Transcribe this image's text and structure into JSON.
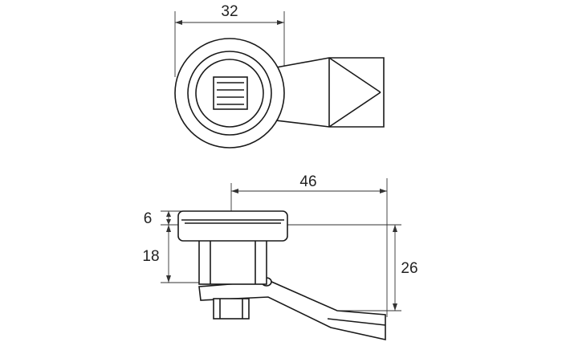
{
  "dimensions": {
    "top_width": "32",
    "length": "46",
    "head_height": "6",
    "body_height": "18",
    "overall_height": "26"
  }
}
